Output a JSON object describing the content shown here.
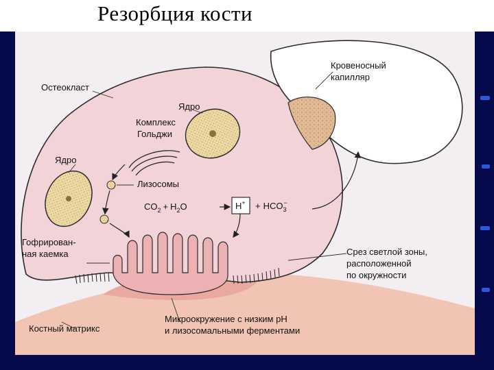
{
  "title": "Резорбция кости",
  "labels": {
    "osteoclast": "Остеокласт",
    "nucleus_top": "Ядро",
    "golgi_line1": "Комплекс",
    "golgi_line2": "Гольджи",
    "nucleus_left": "Ядро",
    "lysosomes": "Лизосомы",
    "co2": "CO",
    "co2_sub": "2",
    "plus": "+",
    "h2o_h": "H",
    "h2o_sub": "2",
    "h2o_o": "O",
    "h_ion": "H",
    "h_sup": "+",
    "hco3": "HCO",
    "hco3_sub": "3",
    "hco3_sup": "−",
    "ruffled_line1": "Гофрирован-",
    "ruffled_line2": "ная каемка",
    "capillary_line1": "Кровеносный",
    "capillary_line2": "капилляр",
    "clear_zone_line1": "Срез светлой зоны,",
    "clear_zone_line2": "расположенной",
    "clear_zone_line3": "по окружности",
    "microenv_line1": "Микроокружение с низким pH",
    "microenv_line2": "и лизосомальными ферментами",
    "bone_matrix": "Костный матрикс"
  },
  "colors": {
    "background": "#050a4a",
    "panel": "#f3eef2",
    "cell": "#f2d3d8",
    "bone": "#f1c4b4",
    "nucleus": "#ecd9a4",
    "outline": "#2b2b2b",
    "white": "#ffffff"
  }
}
